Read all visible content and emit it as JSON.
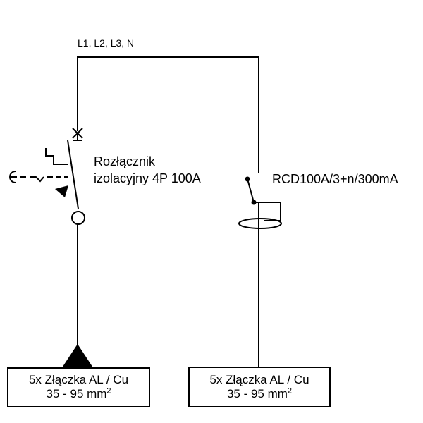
{
  "supply_label": "L1, L2, L3, N",
  "isolator": {
    "line1": "Rozłącznik",
    "line2": "izolacyjny 4P 100A"
  },
  "rcd": {
    "label": "RCD100A/3+n/300mA"
  },
  "terminal_left": {
    "line1": "5x Złączka AL / Cu",
    "line2": "35 - 95 mm",
    "sup": "2"
  },
  "terminal_right": {
    "line1": "5x Złączka AL / Cu",
    "line2": "35 - 95 mm",
    "sup": "2"
  }
}
